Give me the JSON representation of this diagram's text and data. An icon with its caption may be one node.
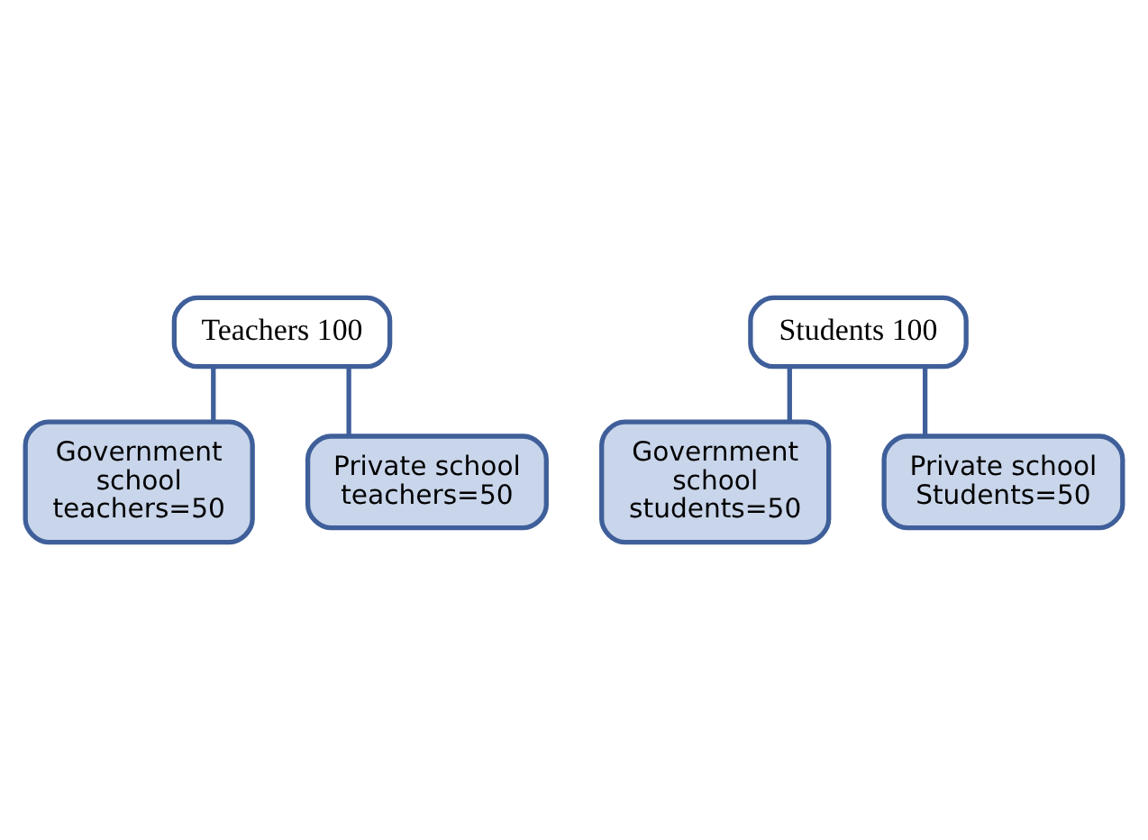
{
  "diagram": {
    "nodes": [
      {
        "text": [
          "Teachers 100"
        ]
      },
      {
        "text": [
          "Government school teachers=50"
        ]
      },
      {
        "text": [
          "Private school teachers=50"
        ]
      },
      {
        "text": [
          "Students 100"
        ]
      },
      {
        "text": [
          "Government school students=50"
        ]
      },
      {
        "text": [
          "Private school Students=50"
        ]
      }
    ],
    "edges": [
      {
        "from": 0,
        "to": 1,
        "arrow": "none"
      },
      {
        "from": 0,
        "to": 2,
        "arrow": "none"
      },
      {
        "from": 3,
        "to": 4,
        "arrow": "none"
      },
      {
        "from": 3,
        "to": 5,
        "arrow": "none"
      }
    ]
  }
}
